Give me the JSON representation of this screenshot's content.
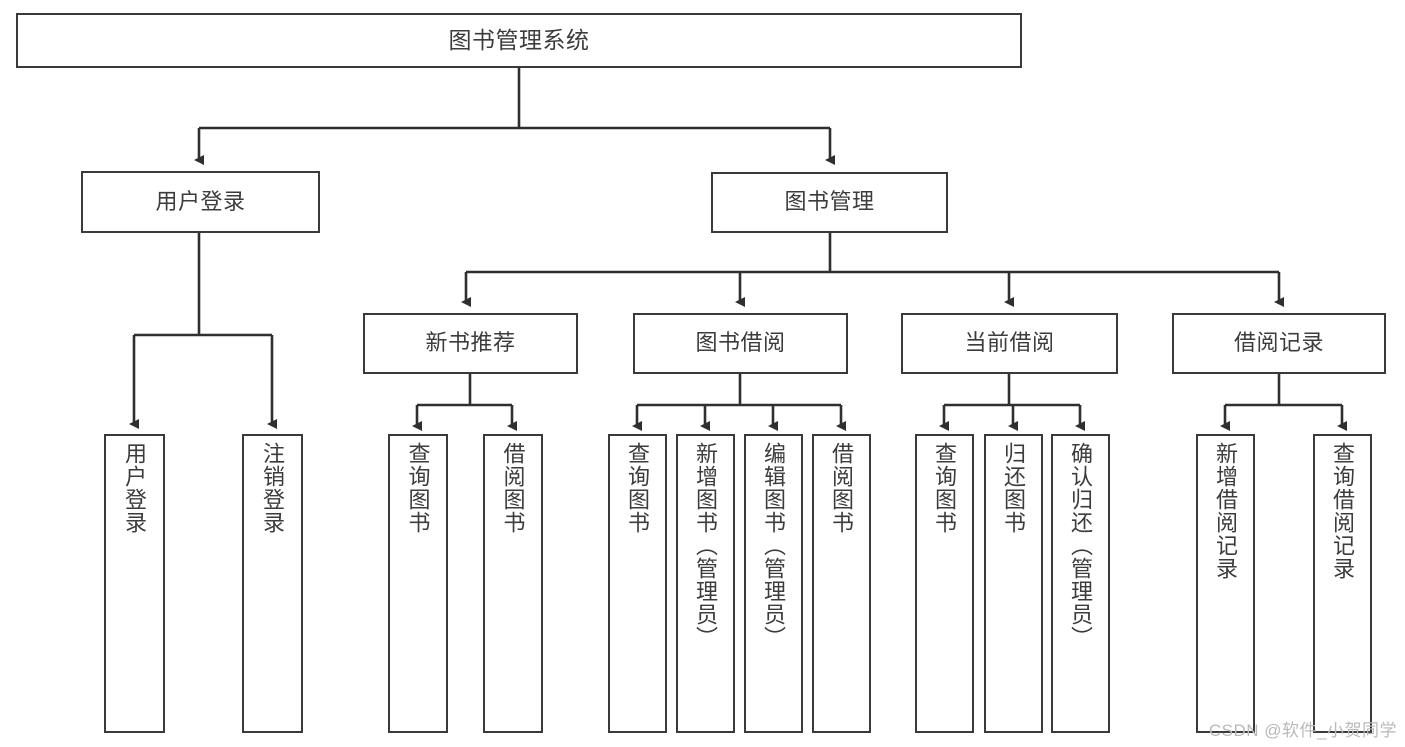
{
  "diagram": {
    "title": "图书管理系统",
    "style": {
      "box_border_color": "#3a3a3a",
      "box_fill_color": "#ffffff",
      "text_color": "#3c3c3c",
      "connector_color": "#2f2f2f",
      "background_color": "#ffffff"
    },
    "levels": {
      "root": {
        "label": "图书管理系统"
      },
      "level1": [
        {
          "id": "user-login",
          "label": "用户登录"
        },
        {
          "id": "book-manage",
          "label": "图书管理"
        }
      ],
      "level2": [
        {
          "id": "new-book-recommend",
          "label": "新书推荐",
          "parent": "book-manage"
        },
        {
          "id": "book-borrow",
          "label": "图书借阅",
          "parent": "book-manage"
        },
        {
          "id": "current-borrow",
          "label": "当前借阅",
          "parent": "book-manage"
        },
        {
          "id": "borrow-record",
          "label": "借阅记录",
          "parent": "book-manage"
        }
      ],
      "leaves": [
        {
          "id": "leaf-user-login",
          "label": "用户登录",
          "parent": "user-login"
        },
        {
          "id": "leaf-user-logout",
          "label": "注销登录",
          "parent": "user-login"
        },
        {
          "id": "leaf-rec-query-book",
          "label": "查询图书",
          "parent": "new-book-recommend"
        },
        {
          "id": "leaf-rec-borrow-book",
          "label": "借阅图书",
          "parent": "new-book-recommend"
        },
        {
          "id": "leaf-borrow-query-book",
          "label": "查询图书",
          "parent": "book-borrow"
        },
        {
          "id": "leaf-borrow-add-book",
          "label": "新增图书（管理员）",
          "parent": "book-borrow"
        },
        {
          "id": "leaf-borrow-edit-book",
          "label": "编辑图书（管理员）",
          "parent": "book-borrow"
        },
        {
          "id": "leaf-borrow-borrow-book",
          "label": "借阅图书",
          "parent": "book-borrow"
        },
        {
          "id": "leaf-current-query-book",
          "label": "查询图书",
          "parent": "current-borrow"
        },
        {
          "id": "leaf-current-return-book",
          "label": "归还图书",
          "parent": "current-borrow"
        },
        {
          "id": "leaf-current-confirm-return",
          "label": "确认归还（管理员）",
          "parent": "current-borrow"
        },
        {
          "id": "leaf-record-add",
          "label": "新增借阅记录",
          "parent": "borrow-record"
        },
        {
          "id": "leaf-record-query",
          "label": "查询借阅记录",
          "parent": "borrow-record"
        }
      ]
    },
    "watermark": "CSDN @软件_小贺同学"
  }
}
